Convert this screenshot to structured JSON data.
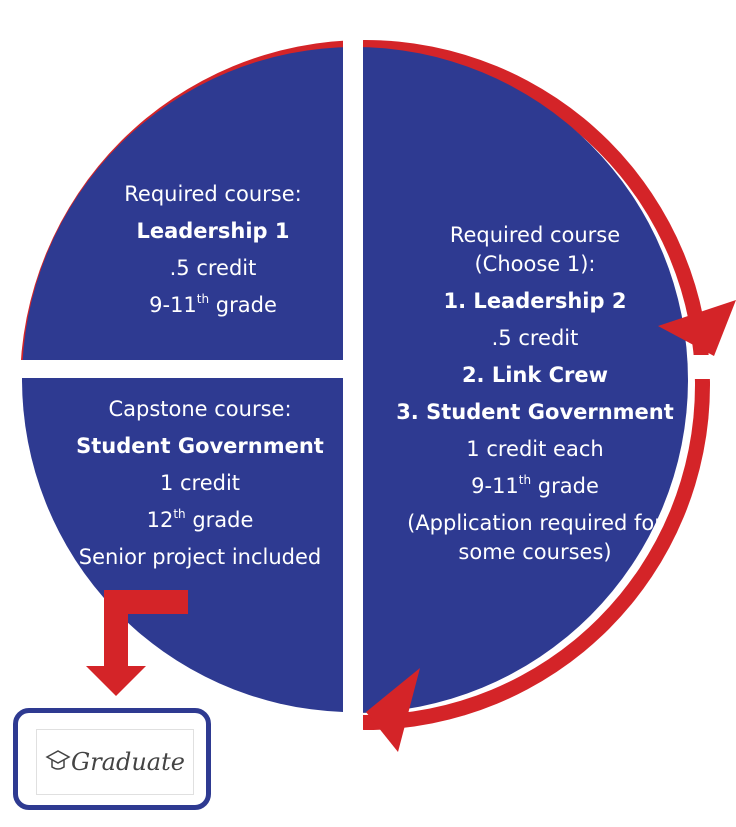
{
  "colors": {
    "navy": "#2e3a91",
    "red": "#d42428",
    "white": "#ffffff"
  },
  "top_left": {
    "heading": "Required course:",
    "course": "Leadership 1",
    "credit": ".5 credit",
    "grade_base": "9-11",
    "grade_sup": "th",
    "grade_suffix": " grade"
  },
  "right": {
    "heading_line1": "Required course",
    "heading_line2": "(Choose 1):",
    "option1": "1. Leadership 2",
    "option1_credit": ".5 credit",
    "option2": "2. Link Crew",
    "option3": "3. Student Government",
    "credit": "1 credit each",
    "grade_base": "9-11",
    "grade_sup": "th",
    "grade_suffix": " grade",
    "note_line1": "(Application required for",
    "note_line2": "some courses)"
  },
  "bottom_left": {
    "heading": "Capstone course:",
    "course": "Student Government",
    "credit": "1 credit",
    "grade_base": "12",
    "grade_sup": "th",
    "grade_suffix": " grade",
    "note": "Senior project included"
  },
  "graduate": {
    "logo_text": "Graduate",
    "icon": "graduation-cap-icon"
  }
}
